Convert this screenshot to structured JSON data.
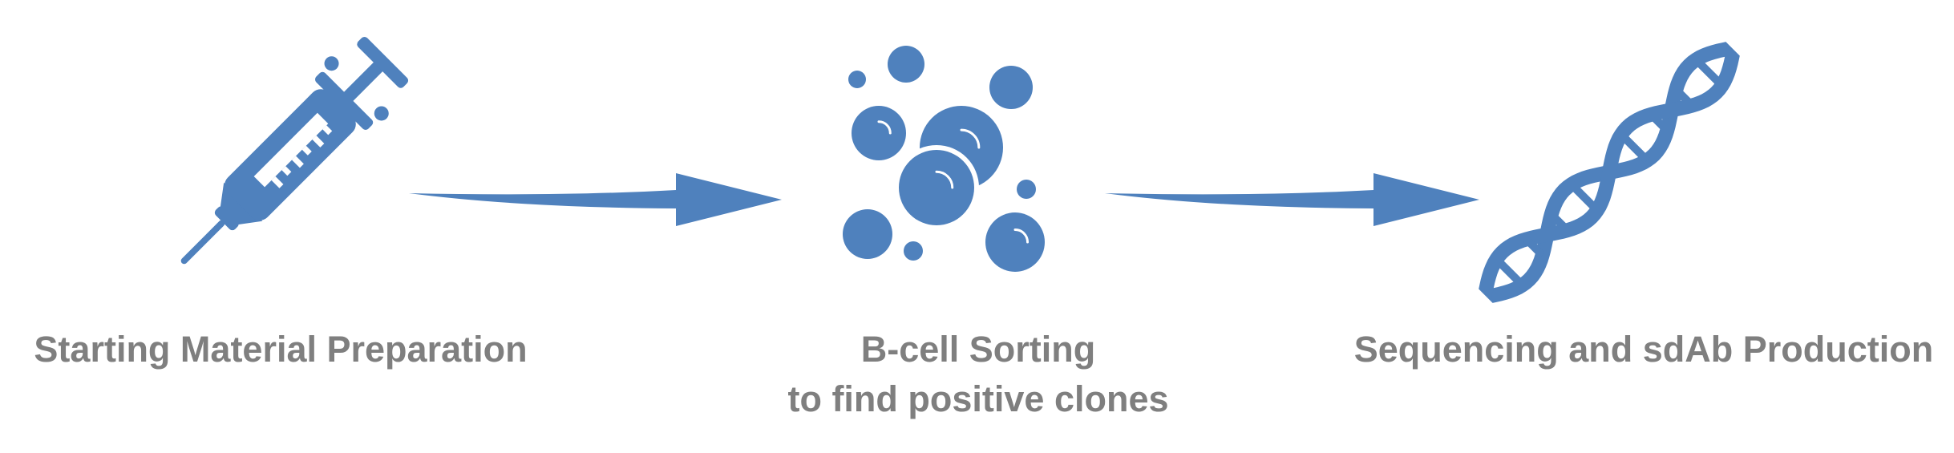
{
  "colors": {
    "icon": "#4f81bd",
    "text": "#7f7f7f",
    "background": "#ffffff"
  },
  "steps": [
    {
      "icon": "syringe-icon",
      "label_lines": [
        "Starting Material Preparation"
      ]
    },
    {
      "icon": "cells-icon",
      "label_lines": [
        "B-cell Sorting",
        "to find positive clones"
      ]
    },
    {
      "icon": "dna-icon",
      "label_lines": [
        "Sequencing and sdAb Production"
      ]
    }
  ],
  "connectors": [
    "arrow-right",
    "arrow-right"
  ]
}
